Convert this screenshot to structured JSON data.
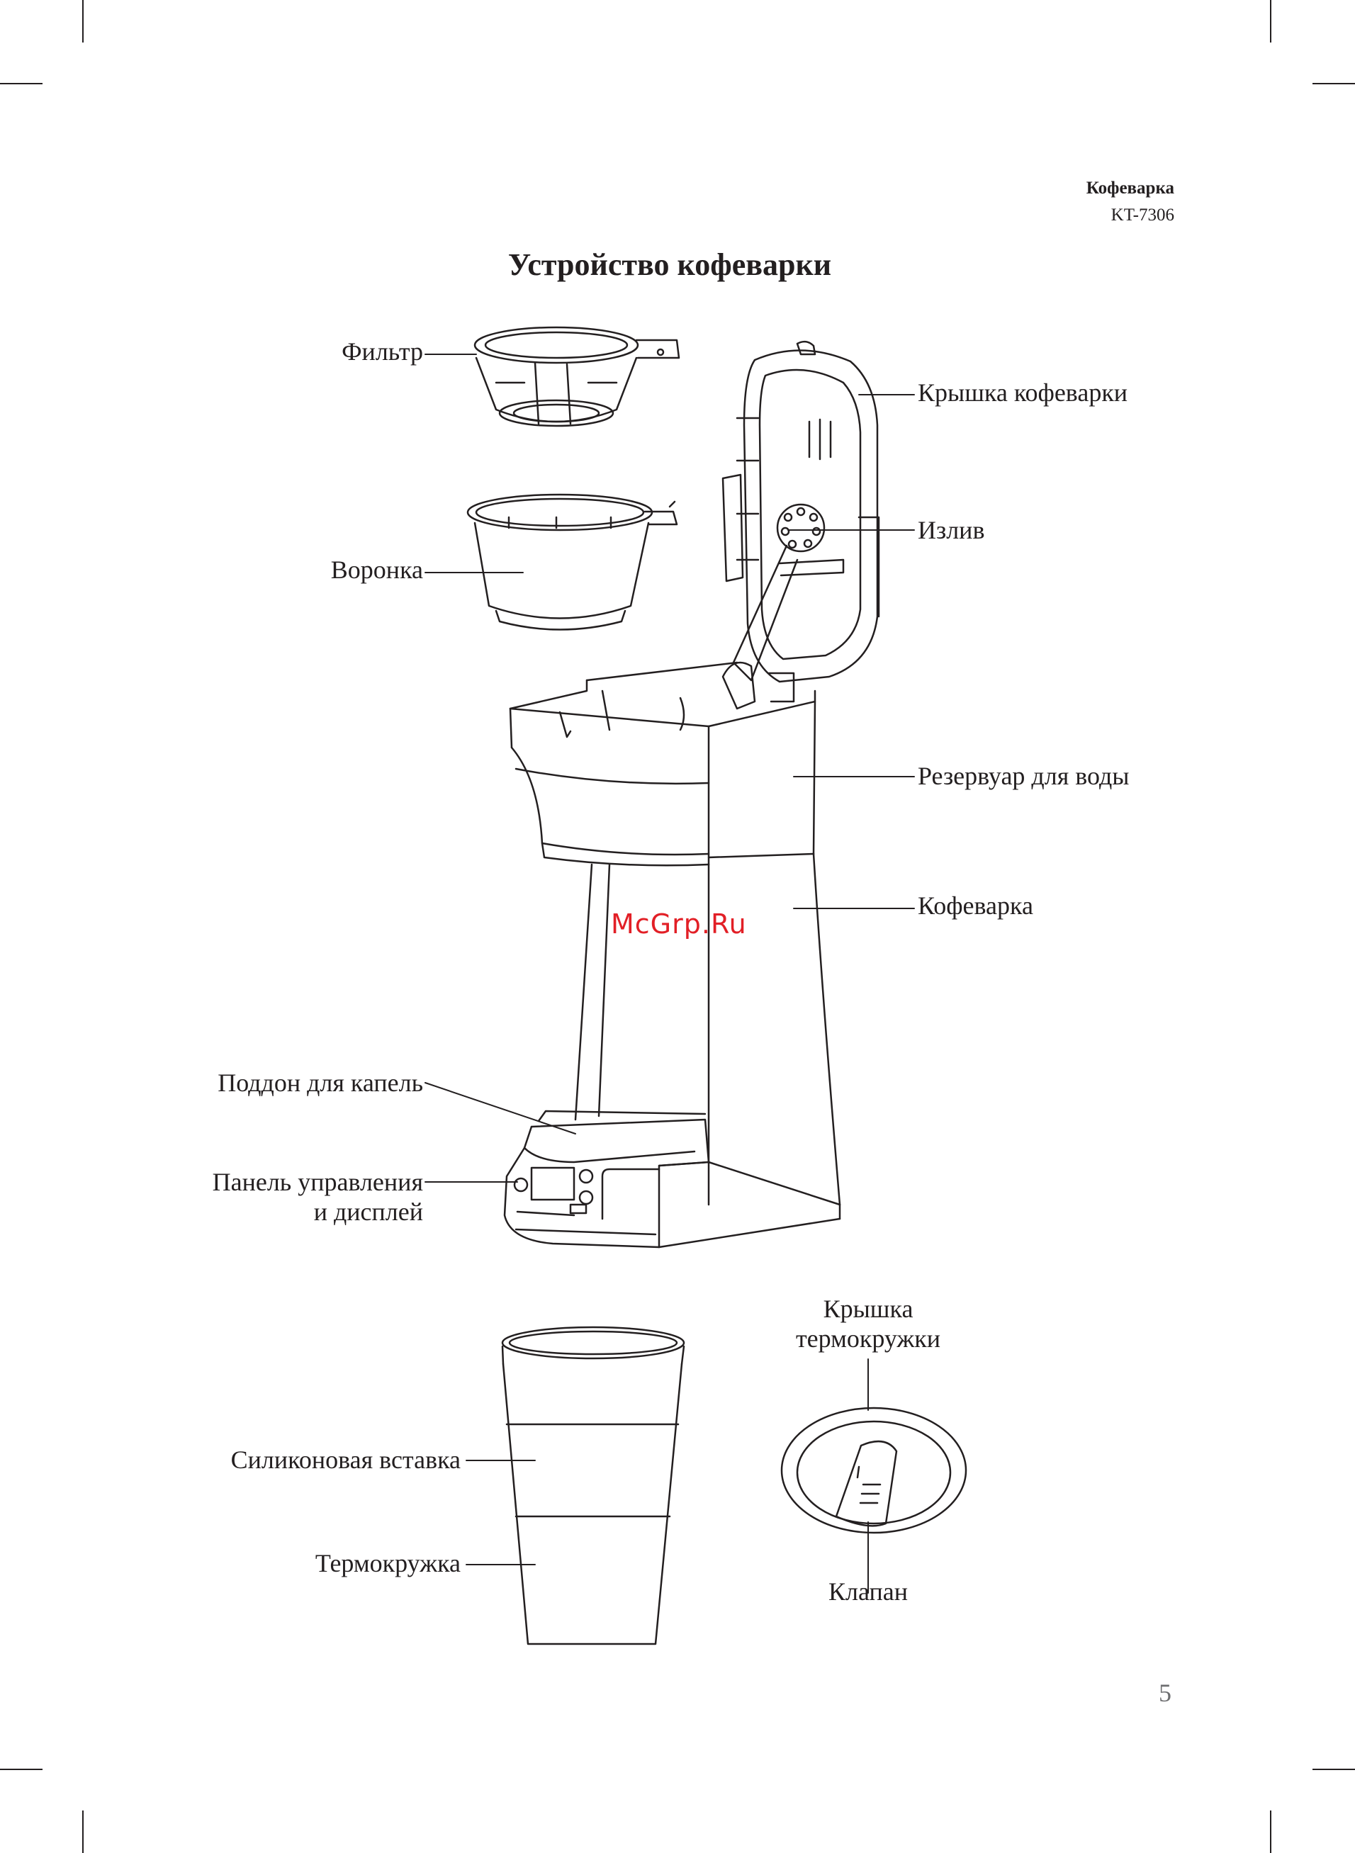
{
  "header": {
    "product": "Кофеварка",
    "model": "KT-7306"
  },
  "title": "Устройство кофеварки",
  "labels": {
    "filter": "Фильтр",
    "funnel": "Воронка",
    "lid": "Крышка кофеварки",
    "spout": "Излив",
    "reservoir": "Резервуар для воды",
    "coffee_maker": "Кофеварка",
    "drip_tray": "Поддон для капель",
    "panel_line1": "Панель управления",
    "panel_line2": "и дисплей",
    "silicone": "Силиконовая вставка",
    "thermo_mug": "Термокружка",
    "mug_lid_line1": "Крышка",
    "mug_lid_line2": "термокружки",
    "valve": "Клапан"
  },
  "watermark": "McGrp.Ru",
  "page_number": "5"
}
